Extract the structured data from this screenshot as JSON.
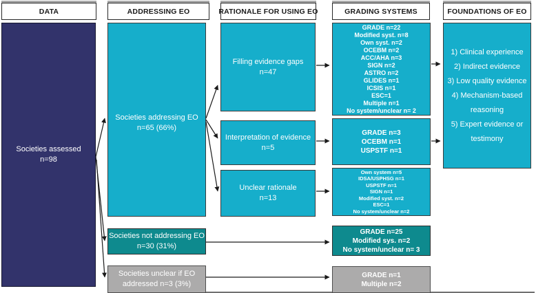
{
  "colors": {
    "navy": "#32336b",
    "cyan": "#16aecb",
    "teal": "#0e8a8e",
    "gray": "#acabab",
    "line": "#1a1a1a"
  },
  "headers": {
    "data": "DATA",
    "addressing": "ADDRESSING EO",
    "rationale": "RATIONALE FOR USING EO",
    "grading": "GRADING SYSTEMS",
    "foundations": "FOUNDATIONS OF EO"
  },
  "boxes": {
    "societies_assessed": "Societies assessed\nn=98",
    "societies_addressing": "Societies addressing EO\nn=65 (66%)",
    "societies_not_addressing": "Societies not addressing EO\nn=30 (31%)",
    "societies_unclear": "Societies unclear if EO\naddressed n=3 (3%)",
    "filling_gaps": "Filling evidence gaps\nn=47",
    "interpretation": "Interpretation of evidence\nn=5",
    "unclear_rationale": "Unclear rationale\nn=13",
    "grading_filling": "GRADE n=22\nModified syst. n=8\nOwn syst. n=2\nOCEBM n=2\nACC/AHA n=3\nSIGN n=2\nASTRO n=2\nGLIDES n=1\nICSIS n=1\nESC=1\nMultiple n=1\nNo system/unclear n= 2",
    "grading_interpretation": "GRADE n=3\nOCEBM n=1\nUSPSTF n=1",
    "grading_unclear": "Own system n=5\nIDSA/USPHSG n=1\nUSPSTF n=1\nSIGN n=1\nModified syst. n=2\nESC=1\nNo system/unclear n=2",
    "grading_not_addressing": "GRADE n=25\nModified sys. n=2\nNo system/unclear n= 3",
    "grading_unclear_soc": "GRADE n=1\nMultiple n=2",
    "foundations": "1) Clinical experience\n2) Indirect evidence\n3) Low quality evidence\n4) Mechanism-based\nreasoning\n5) Expert evidence or\ntestimony"
  }
}
